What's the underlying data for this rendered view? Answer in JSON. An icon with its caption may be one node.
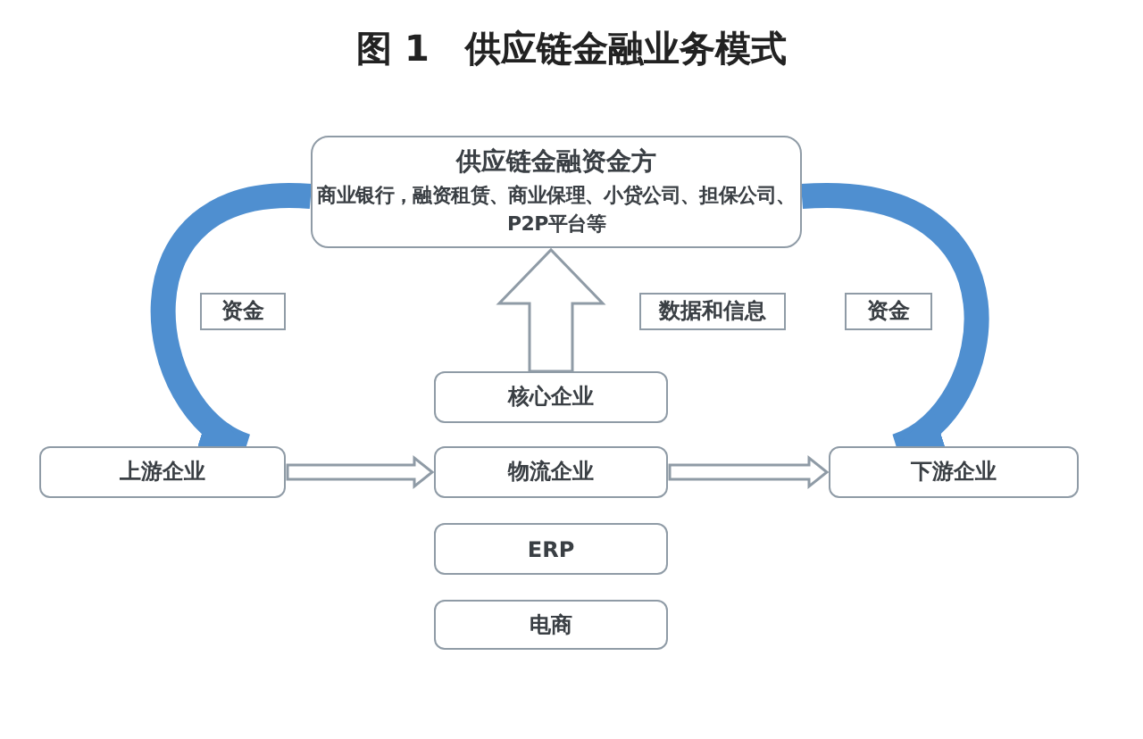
{
  "diagram": {
    "title": "图 1　供应链金融业务模式",
    "nodes": [
      {
        "text": [
          "供应链金融资金方",
          "商业银行，融资租赁、商业保理、小贷公司、担保公司、P2P平台等"
        ]
      },
      {
        "text": [
          "资金"
        ]
      },
      {
        "text": [
          "数据和信息"
        ]
      },
      {
        "text": [
          "资金"
        ]
      },
      {
        "text": [
          "核心企业"
        ]
      },
      {
        "text": [
          "上游企业"
        ]
      },
      {
        "text": [
          "物流企业"
        ]
      },
      {
        "text": [
          "下游企业"
        ]
      },
      {
        "text": [
          "ERP"
        ]
      },
      {
        "text": [
          "电商"
        ]
      }
    ],
    "edges": [
      {
        "from": 0,
        "to": 5,
        "arrow": "to",
        "color": "#4f8fd0"
      },
      {
        "from": 0,
        "to": 7,
        "arrow": "to",
        "color": "#4f8fd0"
      },
      {
        "from": 4,
        "to": 0,
        "arrow": "to"
      },
      {
        "from": 5,
        "to": 6,
        "arrow": "to"
      },
      {
        "from": 6,
        "to": 7,
        "arrow": "to"
      }
    ]
  }
}
